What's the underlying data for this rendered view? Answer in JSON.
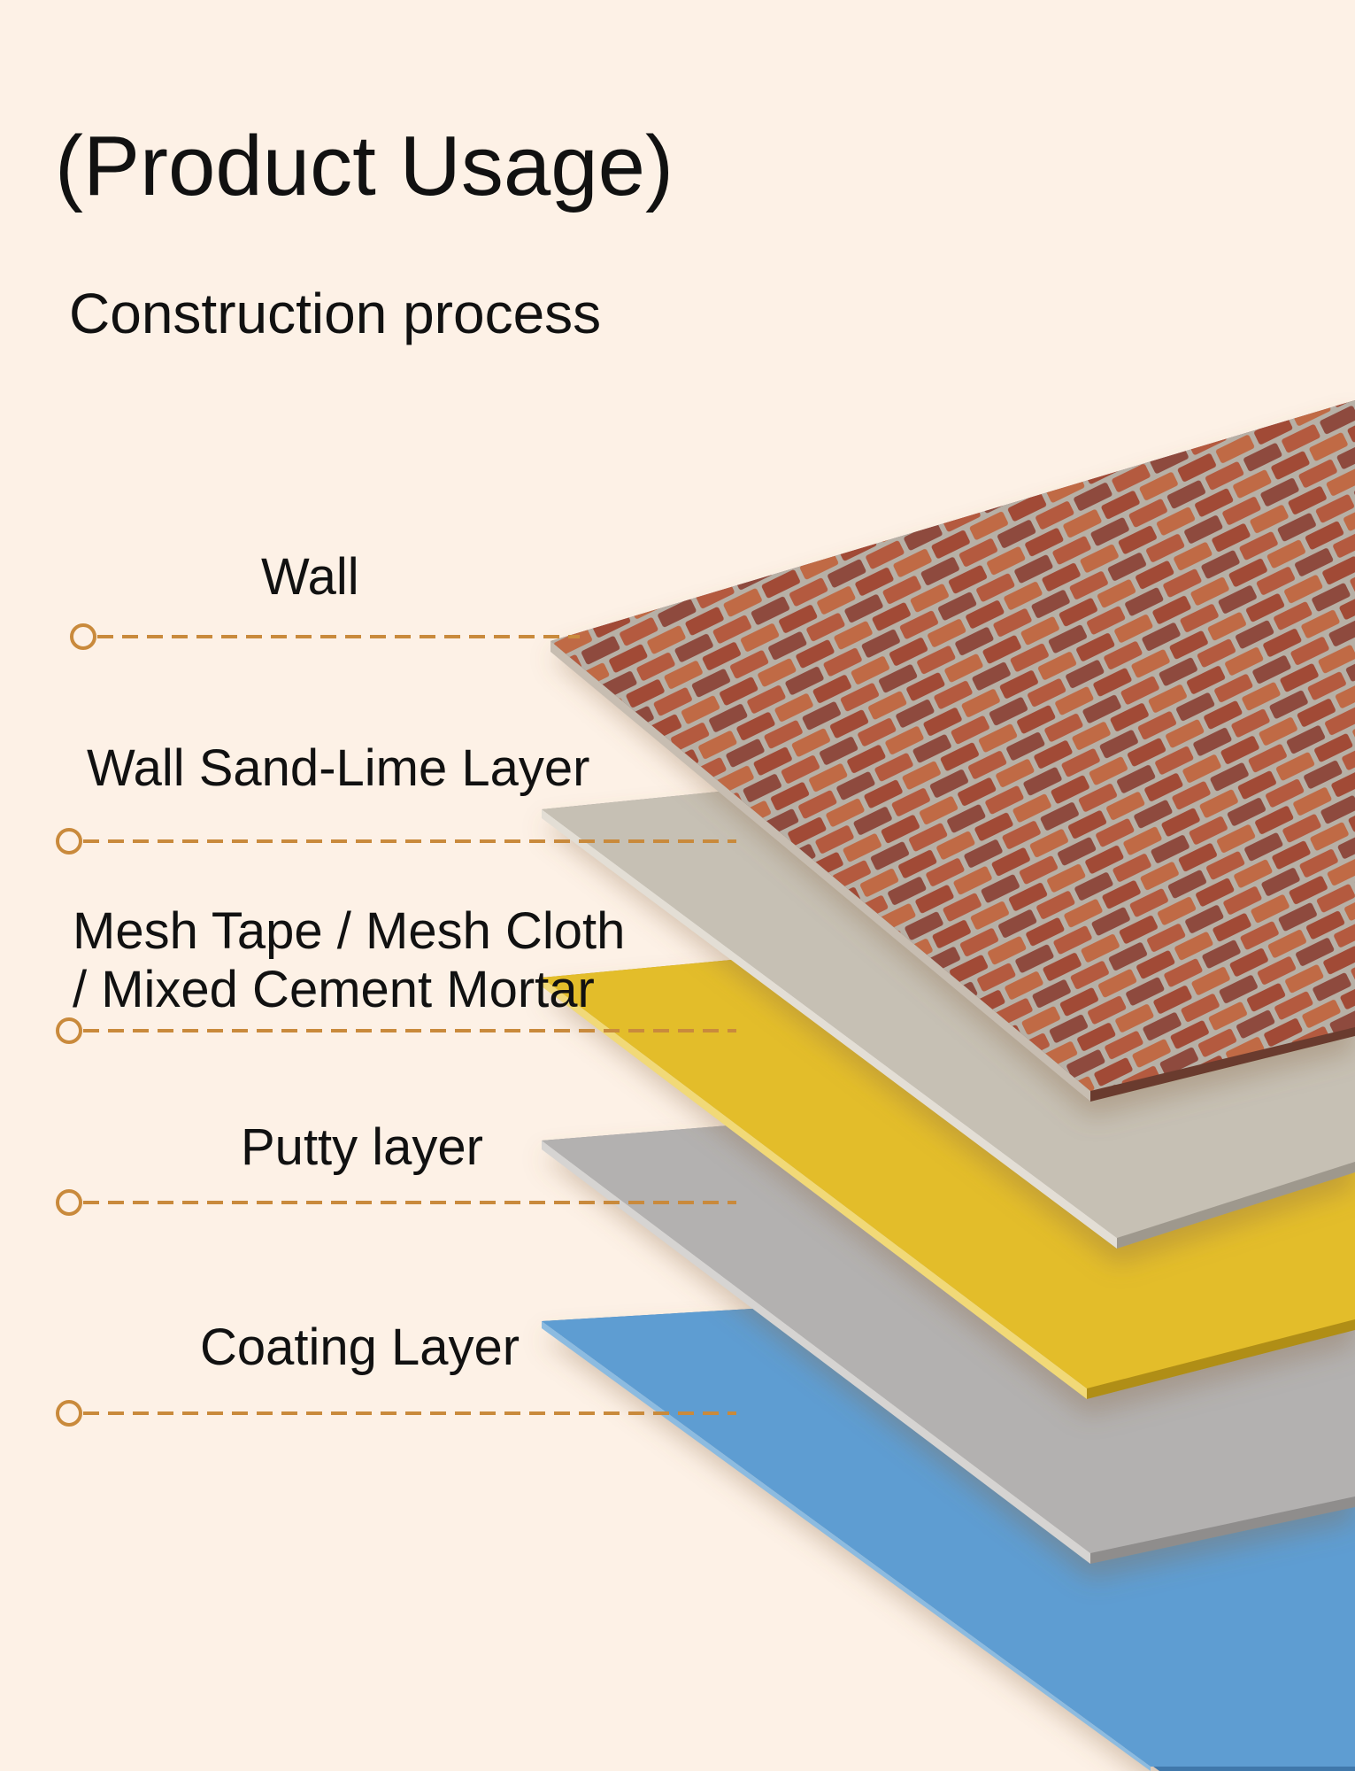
{
  "title": "(Product Usage)",
  "subtitle": "Construction process",
  "layers": [
    {
      "label": "Wall",
      "color": "#a4553e",
      "texture": "brick"
    },
    {
      "label": "Wall Sand-Lime Layer",
      "color": "#c6c0b4"
    },
    {
      "label_line1": "Mesh Tape / Mesh Cloth",
      "label_line2": "/ Mixed Cement Mortar",
      "color": "#e3bd2a"
    },
    {
      "label": "Putty layer",
      "color": "#b3b1b0"
    },
    {
      "label": "Coating Layer",
      "color": "#5e9dd2"
    }
  ],
  "colors": {
    "background": "#fdf1e6",
    "leader_line": "#c98a3c",
    "mortar": "#b9b3aa"
  }
}
